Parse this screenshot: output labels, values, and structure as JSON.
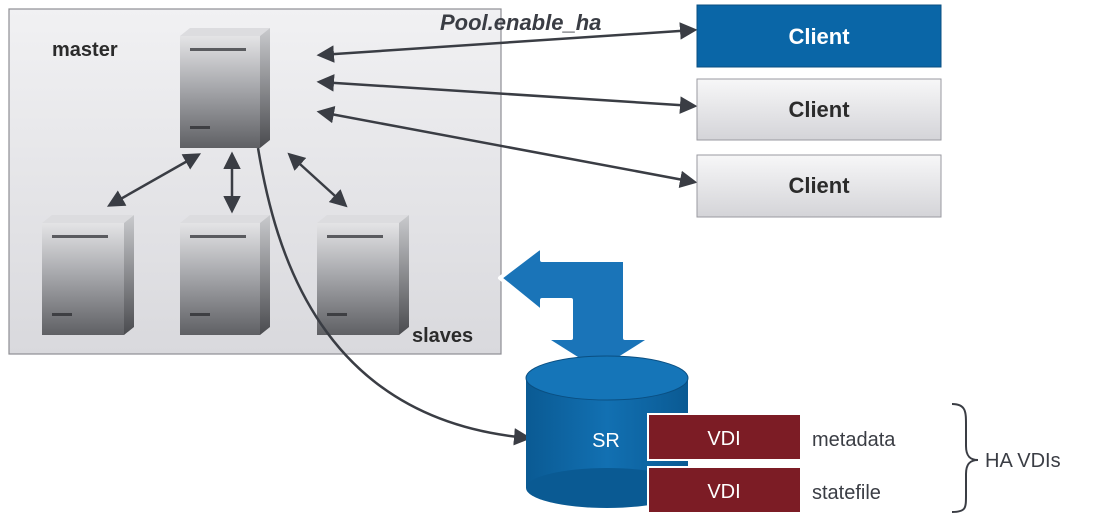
{
  "pool": {
    "master_label": "master",
    "slaves_label": "slaves",
    "call_label": "Pool.enable_ha"
  },
  "clients": [
    {
      "label": "Client",
      "highlighted": true
    },
    {
      "label": "Client",
      "highlighted": false
    },
    {
      "label": "Client",
      "highlighted": false
    }
  ],
  "storage": {
    "sr_label": "SR",
    "vdis": [
      {
        "label": "VDI",
        "desc": "metadata"
      },
      {
        "label": "VDI",
        "desc": "statefile"
      }
    ],
    "group_label": "HA VDIs"
  },
  "colors": {
    "client_active": "#0a66a7",
    "sr_blue": "#0b63a0",
    "vdi_red": "#7c1c25",
    "arrow_blue": "#1a74b8"
  },
  "icons": [
    "server-icon",
    "database-cylinder-icon",
    "bidirectional-arrow-icon",
    "curly-brace-icon"
  ]
}
